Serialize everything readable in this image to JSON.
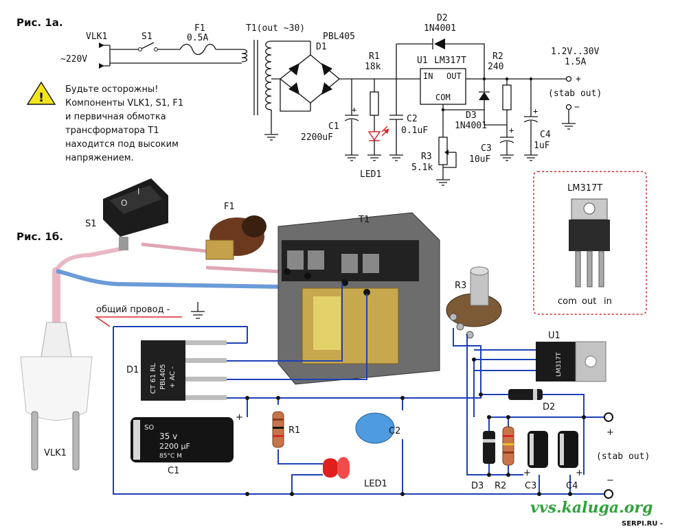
{
  "fig_a": {
    "title": "Рис. 1а.",
    "vlk1": "VLK1",
    "mains": "~220V",
    "s1": "S1",
    "f1": "F1",
    "f1_value": "0.5A",
    "t1": "T1(out ~30)",
    "bridge_part": "PBL405",
    "d1": "D1",
    "r1": "R1",
    "r1_value": "18k",
    "u1": "U1",
    "u1_part": "LM317T",
    "pin_in": "IN",
    "pin_out": "OUT",
    "pin_com": "COM",
    "d2": "D2",
    "d2_part": "1N4001",
    "r2": "R2",
    "r2_value": "240",
    "out_range": "1.2V..30V",
    "out_current": "1.5A",
    "plus": "+",
    "minus": "−",
    "stab_out": "(stab out)",
    "c1": "C1",
    "c1_value": "2200uF",
    "c2": "C2",
    "c2_value": "0.1uF",
    "led1": "LED1",
    "r3": "R3",
    "r3_value": "5.1k",
    "d3": "D3",
    "d3_part": "1N4001",
    "c3": "C3",
    "c3_value": "10uF",
    "c4": "C4",
    "c4_value": "1uF",
    "warning_lines": [
      "Будьте осторожны!",
      "Компоненты VLK1, S1, F1",
      "и первичная обмотка",
      "трансформатора T1",
      "находится под высоким",
      "напряжением."
    ]
  },
  "fig_b": {
    "title": "Рис. 1б.",
    "s1": "S1",
    "f1": "F1",
    "t1": "T1",
    "r3": "R3",
    "u1": "U1",
    "ground_wire": "общий провод -",
    "d1": "D1",
    "bridge_marking": "CT 61 RL",
    "bridge_part": "PBL405",
    "bridge_pins": "+ AC -",
    "c1": "C1",
    "c1_rating": "35 v",
    "c1_value": "2200 µF",
    "c1_temp": "85°C M",
    "cap_brand": "SO",
    "r1": "R1",
    "c2": "C2",
    "led1": "LED1",
    "d2": "D2",
    "d3": "D3",
    "r2": "R2",
    "c3": "C3",
    "c4": "C4",
    "plus": "+",
    "minus": "−",
    "stab_out": "(stab out)",
    "vlk1": "VLK1",
    "lm317_marking": "LM317T"
  },
  "pinout": {
    "title": "LM317T",
    "pins": [
      "com",
      "out",
      "in"
    ]
  },
  "footer": {
    "site": "vvs.kaluga.org",
    "serp": "SERPI.RU -"
  },
  "colors": {
    "wire_blue": "#1c3fb5",
    "wire_red": "#d8262b",
    "warning_yellow": "#f3e51c",
    "pinout_border": "#d8262b",
    "site_green": "#2fa33a"
  }
}
